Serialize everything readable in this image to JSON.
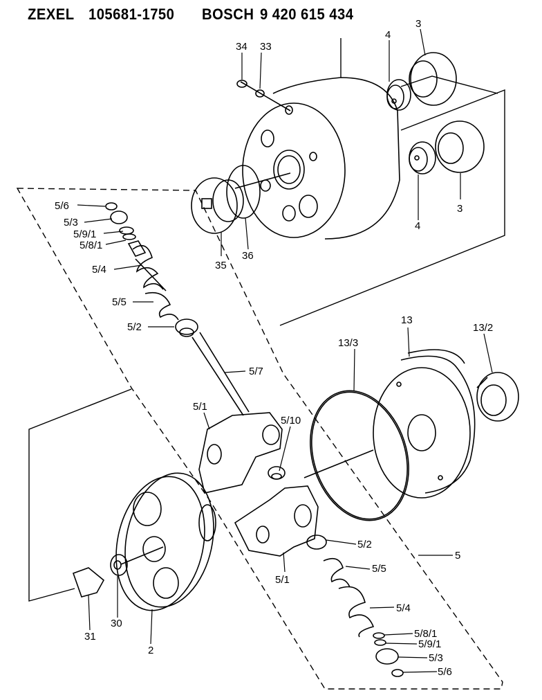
{
  "header": {
    "brand1": "ZEXEL",
    "part1": "105681-1750",
    "brand2": "BOSCH",
    "part2": "9 420 615 434"
  },
  "labels": {
    "p34": "34",
    "p33": "33",
    "p4a": "4",
    "p3a": "3",
    "p3b": "3",
    "p4b": "4",
    "p35": "35",
    "p36": "36",
    "p56a": "5/6",
    "p53a": "5/3",
    "p591a": "5/9/1",
    "p581a": "5/8/1",
    "p54a": "5/4",
    "p55a": "5/5",
    "p52a": "5/2",
    "p57": "5/7",
    "p51a": "5/1",
    "p510": "5/10",
    "p13": "13",
    "p133": "13/3",
    "p132": "13/2",
    "p52b": "5/2",
    "p55b": "5/5",
    "p51b": "5/1",
    "p5": "5",
    "p54b": "5/4",
    "p581b": "5/8/1",
    "p591b": "5/9/1",
    "p53b": "5/3",
    "p56b": "5/6",
    "p31": "31",
    "p30": "30",
    "p2": "2"
  }
}
